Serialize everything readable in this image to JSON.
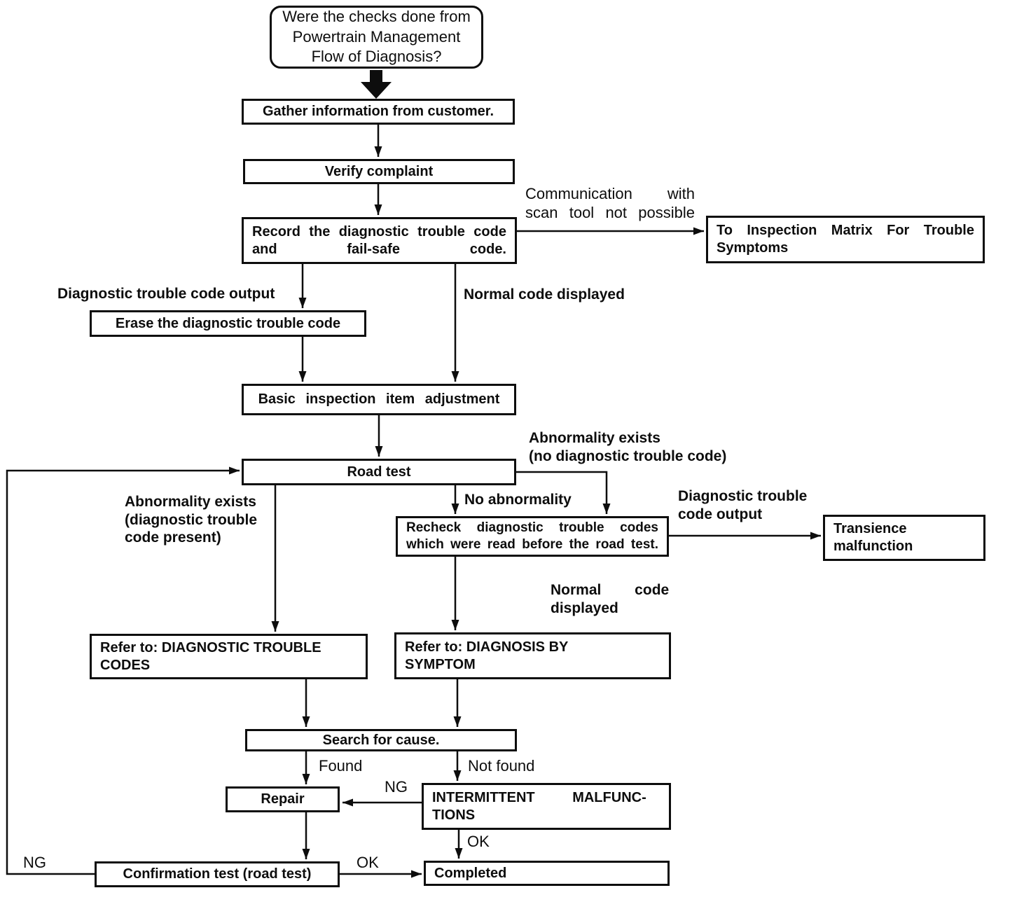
{
  "diagram": {
    "colors": {
      "ink": "#0d0d0d",
      "background": "#ffffff"
    },
    "nodes": {
      "start": {
        "label": "Were the checks done from Powertrain Management Flow of Diagnosis?"
      },
      "gather_info": {
        "label": "Gather information from customer."
      },
      "verify_complaint": {
        "label": "Verify complaint"
      },
      "record_dtc": {
        "label": "Record the diagnostic trouble code\nand fail-safe code."
      },
      "inspection_matrix": {
        "label": "To Inspection Matrix For Trouble\nSymptoms"
      },
      "erase_dtc": {
        "label": "Erase the diagnostic trouble code"
      },
      "basic_inspection": {
        "label": "Basic inspection item adjustment"
      },
      "road_test": {
        "label": "Road test"
      },
      "recheck_dtc": {
        "label": "Recheck diagnostic trouble codes\nwhich were read before the road test."
      },
      "transience": {
        "label": "Transience\nmalfunction"
      },
      "refer_dtc": {
        "label": "Refer to: DIAGNOSTIC TROUBLE\nCODES"
      },
      "refer_symptom": {
        "label": "Refer to: DIAGNOSIS BY\nSYMPTOM"
      },
      "search_cause": {
        "label": "Search for cause."
      },
      "repair": {
        "label": "Repair"
      },
      "intermittent": {
        "label": "INTERMITTENT MALFUNC-\nTIONS"
      },
      "confirmation_test": {
        "label": "Confirmation test (road test)"
      },
      "completed": {
        "label": "Completed"
      }
    },
    "edge_labels": {
      "comm_scan": "Communication with\nscan tool not possible",
      "dtc_output_left": "Diagnostic trouble code output",
      "normal_code_top": "Normal code displayed",
      "abnormality_no_dtc": "Abnormality exists\n(no diagnostic trouble code)",
      "abnormality_dtc": "Abnormality exists\n(diagnostic trouble\ncode present)",
      "no_abnormality": "No abnormality",
      "dtc_output_right": "Diagnostic trouble\ncode output",
      "normal_code_bottom": "Normal code\ndisplayed",
      "found": "Found",
      "not_found": "Not found",
      "ng_repair": "NG",
      "ok_completed": "OK",
      "ng_loop": "NG",
      "ok_confirm": "OK"
    }
  }
}
